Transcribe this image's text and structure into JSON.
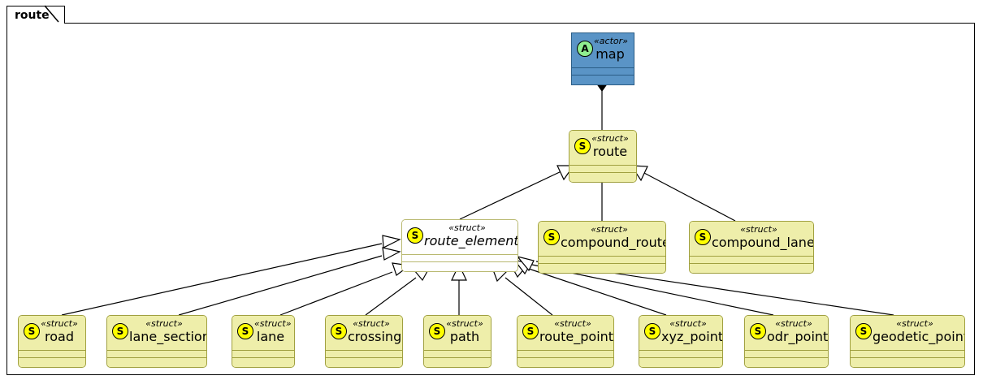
{
  "package": {
    "label": "route"
  },
  "nodes": {
    "map": {
      "stereotype": "«actor»",
      "name": "map",
      "badge": "A",
      "kind": "actor",
      "abstract": false,
      "fill": "#5a94c6",
      "border": "#2b5d86",
      "badge_color": "#90ee90"
    },
    "route": {
      "stereotype": "«struct»",
      "name": "route",
      "badge": "S",
      "kind": "struct",
      "abstract": false,
      "fill": "#eeeeaa",
      "border": "#a0a040",
      "badge_color": "#ffff00"
    },
    "route_element": {
      "stereotype": "«struct»",
      "name": "route_element",
      "badge": "S",
      "kind": "struct",
      "abstract": true,
      "fill": "#fefefe",
      "border": "#b8b870",
      "badge_color": "#ffff00"
    },
    "compound_route": {
      "stereotype": "«struct»",
      "name": "compound_route",
      "badge": "S",
      "kind": "struct",
      "abstract": false,
      "fill": "#eeeeaa",
      "border": "#a0a040",
      "badge_color": "#ffff00"
    },
    "compound_lane": {
      "stereotype": "«struct»",
      "name": "compound_lane",
      "badge": "S",
      "kind": "struct",
      "abstract": false,
      "fill": "#eeeeaa",
      "border": "#a0a040",
      "badge_color": "#ffff00"
    },
    "road": {
      "stereotype": "«struct»",
      "name": "road",
      "badge": "S",
      "kind": "struct",
      "abstract": false,
      "fill": "#eeeeaa",
      "border": "#a0a040",
      "badge_color": "#ffff00"
    },
    "lane_section": {
      "stereotype": "«struct»",
      "name": "lane_section",
      "badge": "S",
      "kind": "struct",
      "abstract": false,
      "fill": "#eeeeaa",
      "border": "#a0a040",
      "badge_color": "#ffff00"
    },
    "lane": {
      "stereotype": "«struct»",
      "name": "lane",
      "badge": "S",
      "kind": "struct",
      "abstract": false,
      "fill": "#eeeeaa",
      "border": "#a0a040",
      "badge_color": "#ffff00"
    },
    "crossing": {
      "stereotype": "«struct»",
      "name": "crossing",
      "badge": "S",
      "kind": "struct",
      "abstract": false,
      "fill": "#eeeeaa",
      "border": "#a0a040",
      "badge_color": "#ffff00"
    },
    "path": {
      "stereotype": "«struct»",
      "name": "path",
      "badge": "S",
      "kind": "struct",
      "abstract": false,
      "fill": "#eeeeaa",
      "border": "#a0a040",
      "badge_color": "#ffff00"
    },
    "route_point": {
      "stereotype": "«struct»",
      "name": "route_point",
      "badge": "S",
      "kind": "struct",
      "abstract": false,
      "fill": "#eeeeaa",
      "border": "#a0a040",
      "badge_color": "#ffff00"
    },
    "xyz_point": {
      "stereotype": "«struct»",
      "name": "xyz_point",
      "badge": "S",
      "kind": "struct",
      "abstract": false,
      "fill": "#eeeeaa",
      "border": "#a0a040",
      "badge_color": "#ffff00"
    },
    "odr_point": {
      "stereotype": "«struct»",
      "name": "odr_point",
      "badge": "S",
      "kind": "struct",
      "abstract": false,
      "fill": "#eeeeaa",
      "border": "#a0a040",
      "badge_color": "#ffff00"
    },
    "geodetic_point": {
      "stereotype": "«struct»",
      "name": "geodetic_point",
      "badge": "S",
      "kind": "struct",
      "abstract": false,
      "fill": "#eeeeaa",
      "border": "#a0a040",
      "badge_color": "#ffff00"
    }
  },
  "relationships": [
    {
      "from": "map",
      "to": "route",
      "type": "composition",
      "marker": "filled-diamond"
    },
    {
      "from": "route_element",
      "to": "route",
      "type": "generalization",
      "marker": "hollow-triangle"
    },
    {
      "from": "compound_route",
      "to": "route",
      "type": "generalization",
      "marker": "hollow-triangle"
    },
    {
      "from": "compound_lane",
      "to": "route",
      "type": "generalization",
      "marker": "hollow-triangle"
    },
    {
      "from": "road",
      "to": "route_element",
      "type": "generalization",
      "marker": "hollow-triangle"
    },
    {
      "from": "lane_section",
      "to": "route_element",
      "type": "generalization",
      "marker": "hollow-triangle"
    },
    {
      "from": "lane",
      "to": "route_element",
      "type": "generalization",
      "marker": "hollow-triangle"
    },
    {
      "from": "crossing",
      "to": "route_element",
      "type": "generalization",
      "marker": "hollow-triangle"
    },
    {
      "from": "path",
      "to": "route_element",
      "type": "generalization",
      "marker": "hollow-triangle"
    },
    {
      "from": "route_point",
      "to": "route_element",
      "type": "generalization",
      "marker": "hollow-triangle"
    },
    {
      "from": "xyz_point",
      "to": "route_element",
      "type": "generalization",
      "marker": "hollow-triangle"
    },
    {
      "from": "odr_point",
      "to": "route_element",
      "type": "generalization",
      "marker": "hollow-triangle"
    },
    {
      "from": "geodetic_point",
      "to": "route_element",
      "type": "generalization",
      "marker": "hollow-triangle"
    }
  ],
  "colors": {
    "line": "#000000",
    "background": "#ffffff",
    "struct_fill": "#eeeeaa",
    "struct_border": "#a0a040",
    "actor_fill": "#5a94c6",
    "actor_border": "#2b5d86",
    "abstract_fill": "#fefefe",
    "badge_struct": "#ffff00",
    "badge_actor": "#90ee90"
  }
}
